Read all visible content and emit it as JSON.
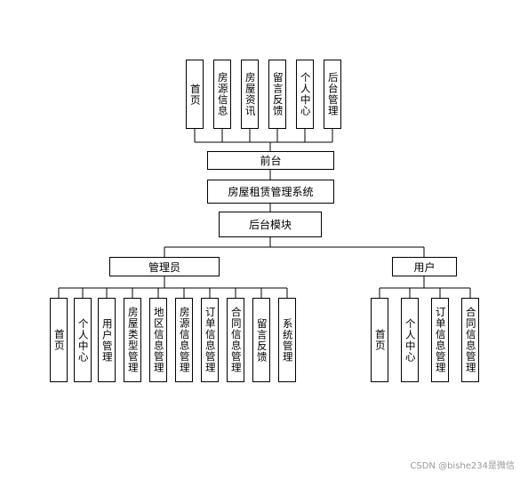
{
  "frontend": {
    "items": [
      "首页",
      "房源信息",
      "房屋资讯",
      "留言反馈",
      "个人中心",
      "后台管理"
    ],
    "label": "前台"
  },
  "system": {
    "label": "房屋租赁管理系统"
  },
  "backend": {
    "label": "后台模块"
  },
  "admin": {
    "label": "管理员",
    "items": [
      "首页",
      "个人中心",
      "用户管理",
      "房屋类型管理",
      "地区信息管理",
      "房源信息管理",
      "订单信息管理",
      "合同信息管理",
      "留言反馈",
      "系统管理"
    ]
  },
  "user": {
    "label": "用户",
    "items": [
      "首页",
      "个人中心",
      "订单信息管理",
      "合同信息管理"
    ]
  },
  "watermark": "CSDN @bishe234是微信"
}
